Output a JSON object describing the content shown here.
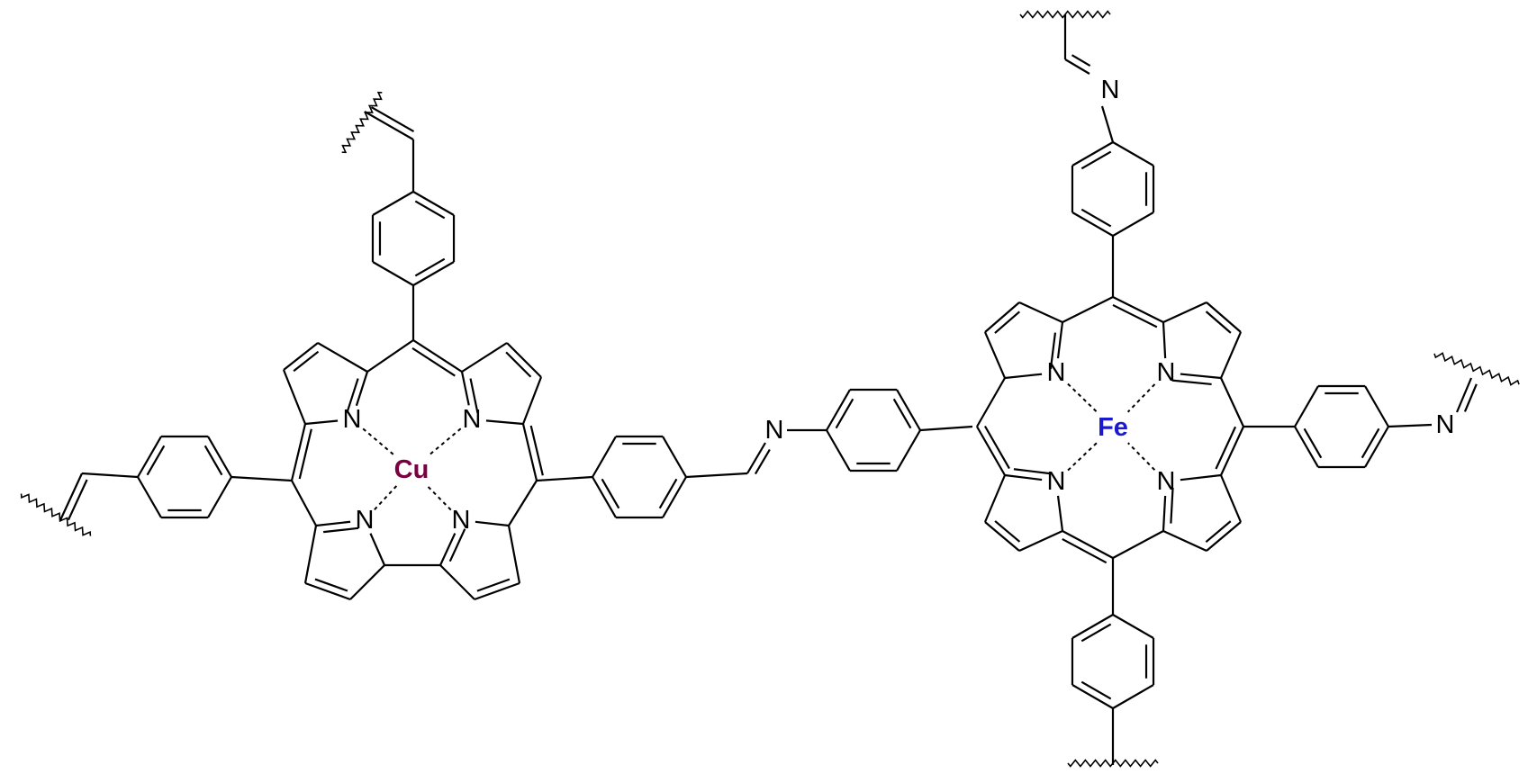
{
  "atom_labels": {
    "nitrogen": "N"
  },
  "metals": {
    "left": {
      "symbol": "Cu",
      "color": "#7a0040"
    },
    "right": {
      "symbol": "Fe",
      "color": "#1a1acc"
    }
  },
  "bond_color": "#000000",
  "background": "#ffffff"
}
